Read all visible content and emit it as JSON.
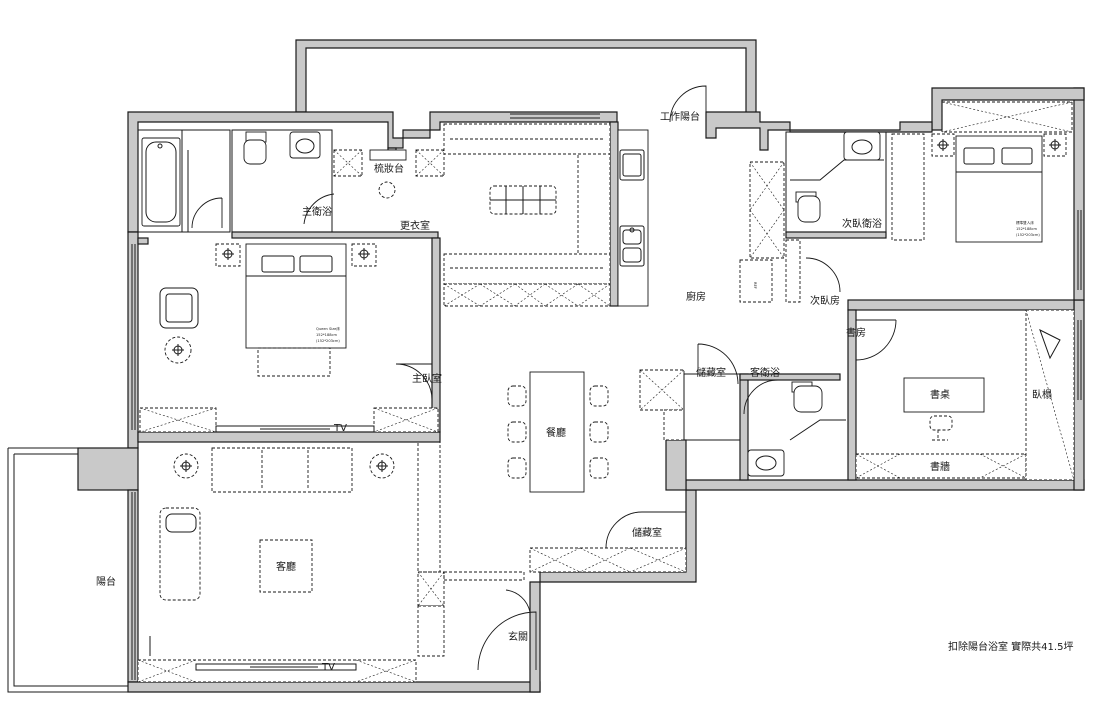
{
  "rooms": {
    "master_bath": "主衛浴",
    "vanity": "梳妝台",
    "dressing_room": "更衣室",
    "work_balcony": "工作陽台",
    "second_bath": "次臥衛浴",
    "kitchen": "廚房",
    "second_bedroom": "次臥房",
    "study": "書房",
    "master_bedroom": "主臥室",
    "storage_upper": "儲藏室",
    "guest_bath": "客衛浴",
    "dining": "餐廳",
    "desk": "書桌",
    "bunk": "臥榻",
    "bookcase": "書牆",
    "living": "客廳",
    "storage_lower": "儲藏室",
    "balcony": "陽台",
    "entry": "玄關"
  },
  "labels": {
    "tv_upper": "TV",
    "tv_lower": "TV",
    "fridge": "REF",
    "queen_bed_line1": "Queen Size床",
    "queen_bed_line2": "152*188cm",
    "queen_bed_line3": "(152*203cm)",
    "second_bed_line1": "標準雙人床",
    "second_bed_line2": "152*188cm",
    "second_bed_line3": "(152*203cm)"
  },
  "note": "扣除陽台浴室 實際共41.5坪"
}
